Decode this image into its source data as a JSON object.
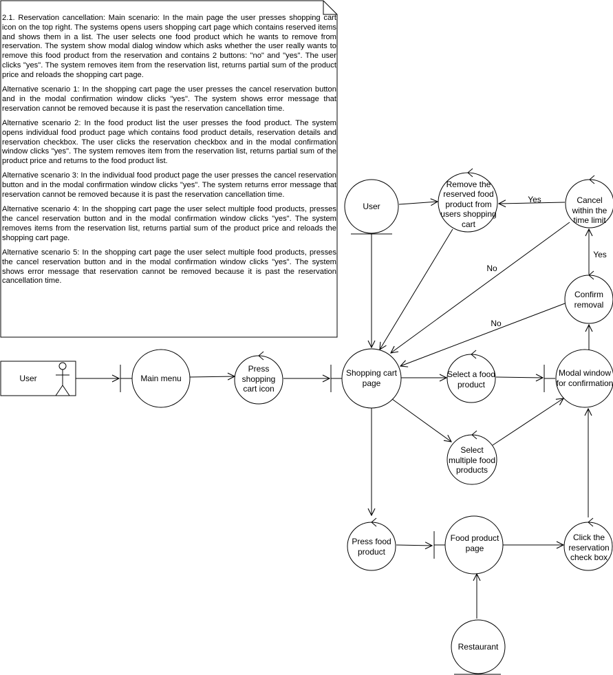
{
  "note": {
    "paragraphs": [
      "2.1. Reservation cancellation: Main scenario: In the main page the user presses shopping cart icon on the top right. The systems opens users shopping cart page which contains reserved items and shows them in a list. The user selects one food product which he wants to remove from reservation. The system show modal dialog window which asks whether the user really wants to remove this food product from the reservation and contains 2 buttons: \"no\" and \"yes\". The user clicks \"yes\". The system removes item from the reservation list, returns partial sum of the product price and reloads the shopping cart page.",
      "Alternative scenario 1: In the shopping cart page the user presses the cancel reservation button and in the modal confirmation window clicks \"yes\". The system shows error message that reservation cannot be removed because it is past the reservation cancellation time.",
      "Alternative scenario 2: In the food product list the user presses the food product. The system opens individual food product page which contains food product details, reservation details and reservation checkbox. The user clicks the reservation checkbox and in the modal confirmation window clicks \"yes\". The system removes item from the reservation list, returns partial sum of the product price and returns to the food product list.",
      "Alternative scenario 3: In the individual food product page the user presses the cancel reservation button and in the modal confirmation window clicks \"yes\". The system returns error message that reservation cannot be removed because it is past the reservation cancellation time.",
      "Alternative scenario 4: In the shopping cart page the user select multiple food products, presses the cancel reservation button and in the modal confirmation window clicks \"yes\". The system removes items from the reservation list, returns partial sum of the product price and reloads the shopping cart page.",
      "Alternative scenario 5: In the shopping cart page the user select multiple food products, presses the cancel reservation button and in the modal confirmation window clicks \"yes\". The system shows error message that reservation cannot be removed because it is past the reservation cancellation time."
    ]
  },
  "nodes": {
    "actor_user": "User",
    "main_menu": "Main menu",
    "press_cart_icon": "Press shopping cart icon",
    "shopping_cart_page": "Shopping cart page",
    "select_food_product": "Select a food product",
    "select_multiple": "Select multiple food products",
    "modal_window": "Modal window for confirmation",
    "confirm_removal": "Confirm removal",
    "cancel_within_limit": "Cancel within the time limit",
    "remove_reserved": "Remove the reserved food product from users shopping cart",
    "user_entity": "User",
    "press_food_product": "Press food product",
    "food_product_page": "Food product page",
    "click_checkbox": "Click the reservation check box",
    "restaurant": "Restaurant"
  },
  "edge_labels": {
    "yes_top": "Yes",
    "yes_right": "Yes",
    "no_upper": "No",
    "no_lower": "No"
  }
}
